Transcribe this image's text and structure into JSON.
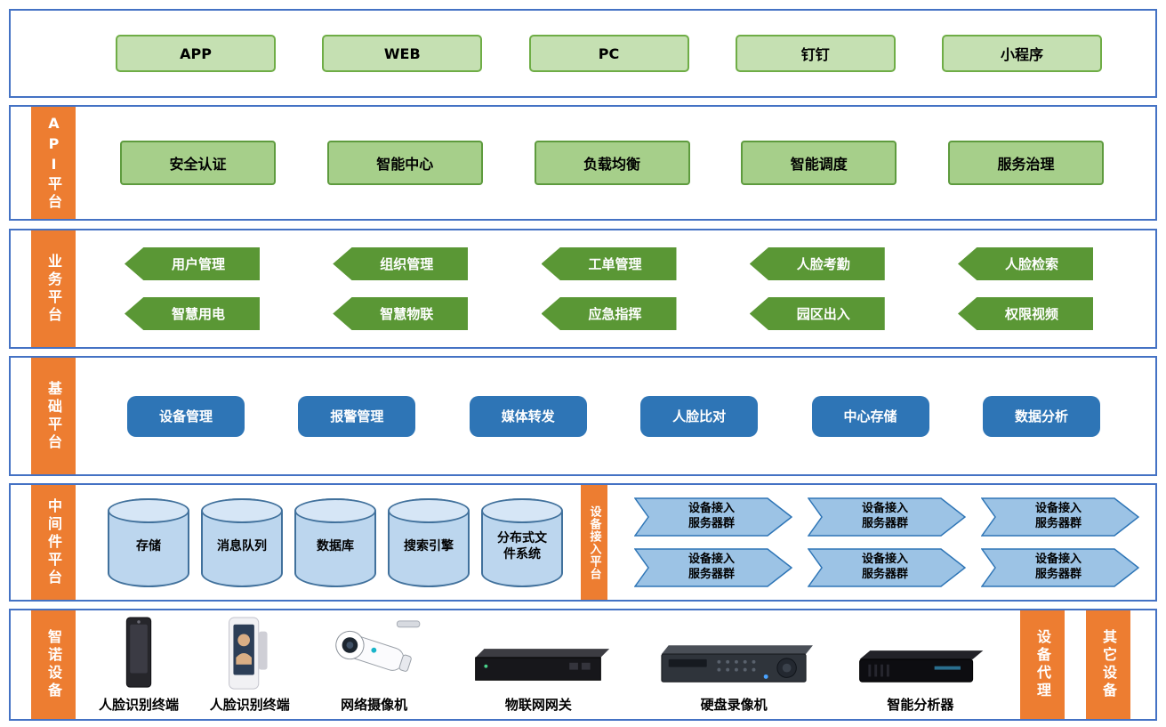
{
  "colors": {
    "band_border": "#4472C4",
    "orange_tab": "#ED7D31",
    "light_green_fill": "#C5E0B2",
    "light_green_border": "#6FAD46",
    "green_fill": "#A6CF8A",
    "green_border": "#5E9B3E",
    "arrow_green": "#5A9735",
    "blue_box": "#2E75B6",
    "cylinder_fill": "#BCD6EE",
    "cylinder_border": "#41719C",
    "cylinder_top": "#D6E6F6",
    "device_arrow_fill": "#9CC3E5",
    "device_arrow_border": "#2E75B6"
  },
  "access_layer": {
    "items": [
      "APP",
      "WEB",
      "PC",
      "钉钉",
      "小程序"
    ]
  },
  "api_layer": {
    "tab": "API平台",
    "items": [
      "安全认证",
      "智能中心",
      "负载均衡",
      "智能调度",
      "服务治理"
    ]
  },
  "business_layer": {
    "tab": "业务平台",
    "row1": [
      "用户管理",
      "组织管理",
      "工单管理",
      "人脸考勤",
      "人脸检索"
    ],
    "row2": [
      "智慧用电",
      "智慧物联",
      "应急指挥",
      "园区出入",
      "权限视频"
    ]
  },
  "base_layer": {
    "tab": "基础平台",
    "items": [
      "设备管理",
      "报警管理",
      "媒体转发",
      "人脸比对",
      "中心存储",
      "数据分析"
    ]
  },
  "middleware_layer": {
    "tab": "中间件平台",
    "cylinders": [
      "存储",
      "消息队列",
      "数据库",
      "搜索引擎",
      "分布式文件系统"
    ],
    "device_access_tab": "设备接入平台",
    "arrow_line1": "设备接入",
    "arrow_line2": "服务器群"
  },
  "device_layer": {
    "tab": "智诺设备",
    "devices": [
      "人脸识别终端",
      "人脸识别终端",
      "网络摄像机",
      "物联网网关",
      "硬盘录像机",
      "智能分析器"
    ],
    "right_tabs": [
      "设备代理",
      "其它设备"
    ]
  }
}
